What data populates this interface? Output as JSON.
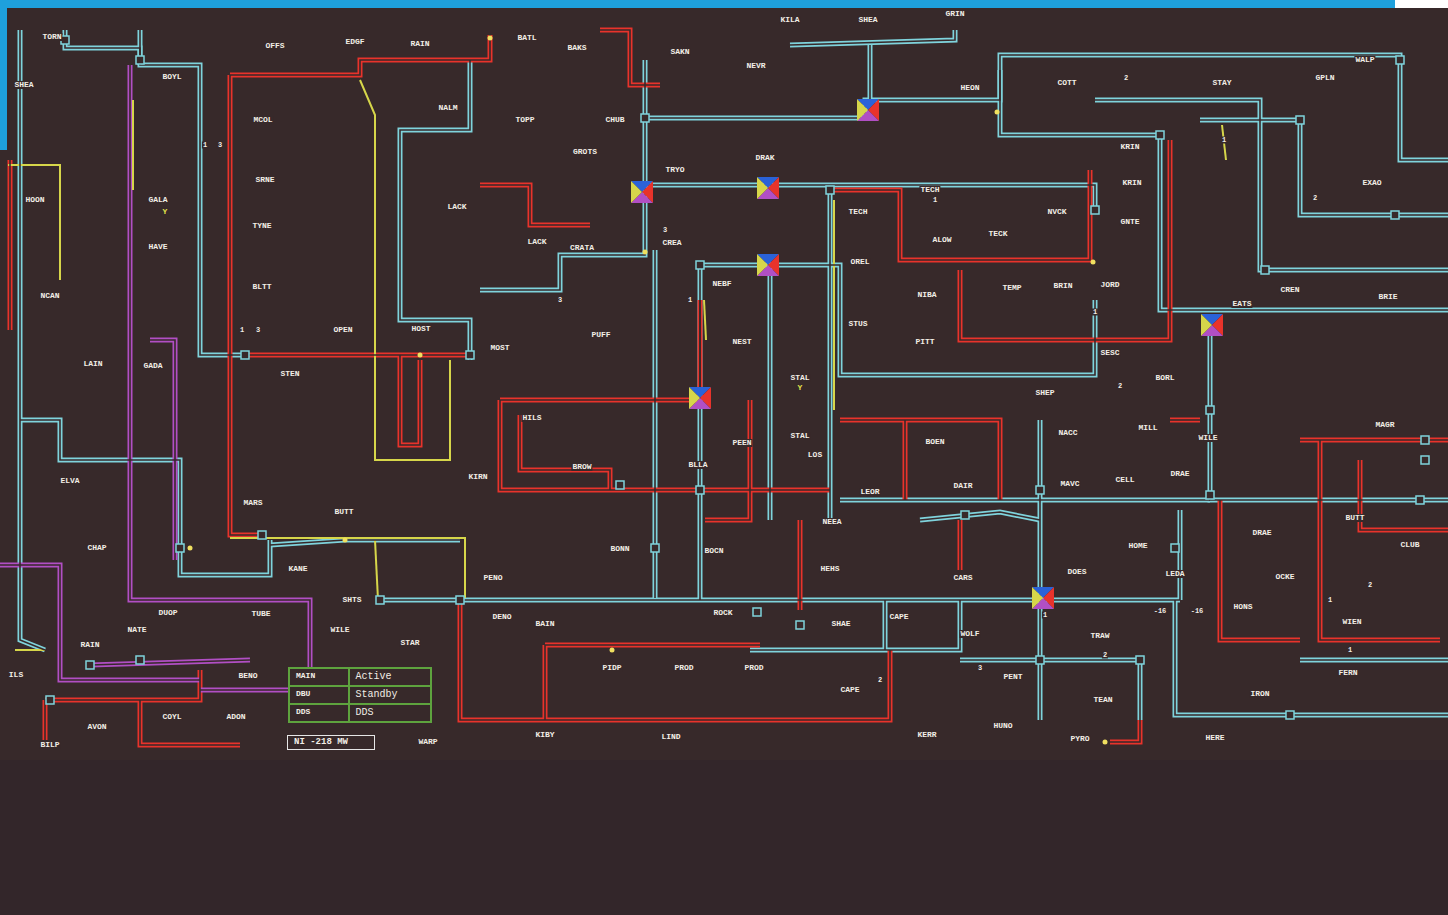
{
  "diagram": {
    "nodes": [
      {
        "text": [
          "MAIN",
          "Active",
          "DBU",
          "Standby",
          "DDS",
          "DDS"
        ]
      },
      {
        "text": [
          "NI -218 MW"
        ]
      }
    ],
    "labels": [
      "TORN",
      "BOYL",
      "SHEA",
      "OFFS",
      "EDGF",
      "RAIN",
      "BATL",
      "BAKS",
      "SAKN",
      "KILA",
      "SHEA",
      "GRIN",
      "NEVR",
      "HEON",
      "COTT",
      "STAY",
      "GPLN",
      "WALP",
      "MCOL",
      "NALM",
      "TOPP",
      "CHUB",
      "GROTS",
      "SRNE",
      "TYNE",
      "BLTT",
      "GALA",
      "HAVE",
      "HOON",
      "NCAN",
      "LAIN",
      "GADA",
      "OPEN",
      "STEN",
      "HOST",
      "MOST",
      "PUFF",
      "LACK",
      "LACK",
      "CRATA",
      "TRYO",
      "DRAK",
      "CREA",
      "TECH",
      "TECH",
      "ALOW",
      "TECK",
      "NVCK",
      "GNTE",
      "KRIN",
      "KRIN",
      "EXAO",
      "CREN",
      "BRIE",
      "EATS",
      "TEMP",
      "BRIN",
      "JORD",
      "NIBA",
      "PITT",
      "OREL",
      "STUS",
      "NEBF",
      "NEST",
      "SESC",
      "SHEP",
      "BORL",
      "MILL",
      "WILE",
      "NACC",
      "MAGR",
      "HILS",
      "KIRN",
      "BROW",
      "PEEN",
      "BLLA",
      "STAL",
      "STAL",
      "LOS",
      "BOEN",
      "DAIR",
      "LEOR",
      "NEEA",
      "BOCN",
      "HEHS",
      "MAVC",
      "CELL",
      "DRAE",
      "HOME",
      "LEDA",
      "DOES",
      "BUTT",
      "CLUB",
      "DRAE",
      "OCKE",
      "HONS",
      "WIEN",
      "FERN",
      "IRON",
      "HERE",
      "MARS",
      "BUTT",
      "KANE",
      "BONN",
      "SHTS",
      "PENO",
      "DENO",
      "BAIN",
      "ROCK",
      "SHAE",
      "CAPE",
      "CARS",
      "WOLF",
      "PENT",
      "TRAW",
      "TEAN",
      "HUNO",
      "PYRO",
      "KERR",
      "CAPE",
      "PIDP",
      "PROD",
      "PROD",
      "KIBY",
      "LIND",
      "WARP",
      "DUOP",
      "TUBE",
      "WILE",
      "STAR",
      "NATE",
      "RAIN",
      "CHAP",
      "ELVA",
      "ILS",
      "COYL",
      "ADON",
      "AVON",
      "BILP",
      "BENO",
      "Y",
      "Y",
      "1",
      "3",
      "1",
      "3",
      "2",
      "1",
      "2",
      "1",
      "1",
      "2",
      "3",
      "1",
      "3",
      "1",
      "2",
      "-16",
      "-16",
      "2",
      "3",
      "1",
      "2",
      "1"
    ]
  }
}
